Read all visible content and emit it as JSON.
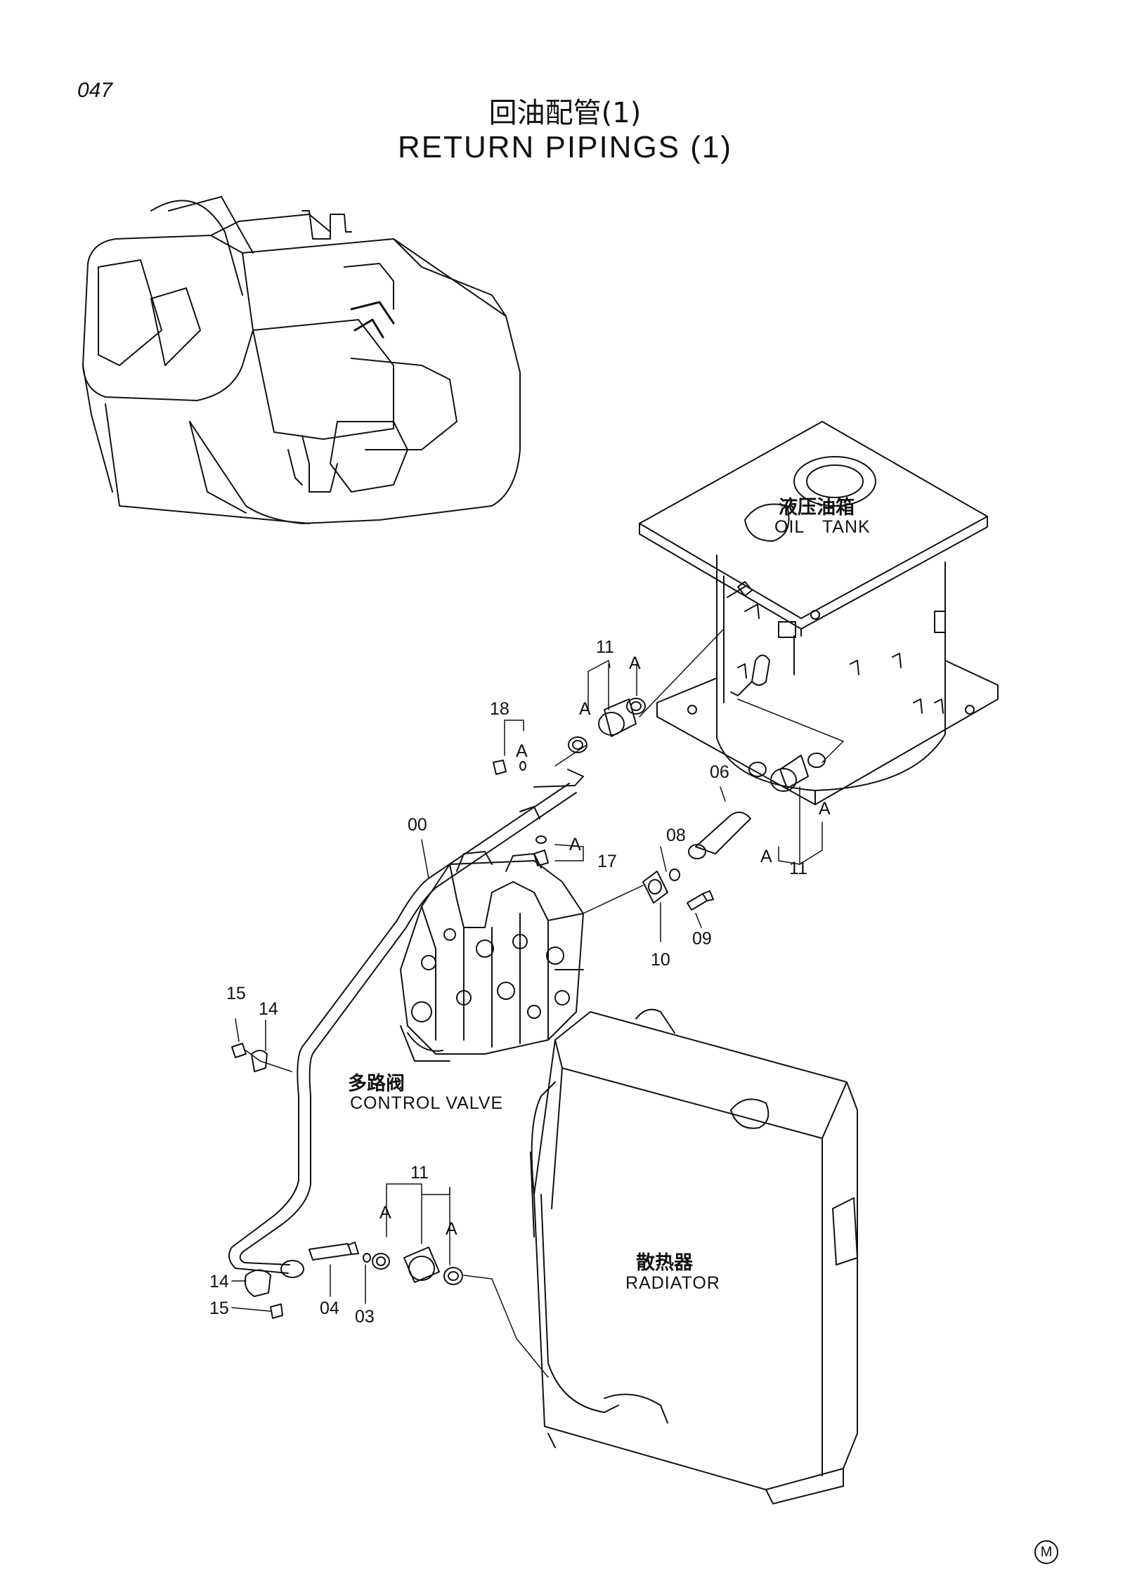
{
  "page_number": "047",
  "title_cn": "回油配管(1)",
  "title_en": "RETURN PIPINGS (1)",
  "components": {
    "oil_tank": {
      "cn": "液压油箱",
      "en": "OIL TANK"
    },
    "control_valve": {
      "cn": "多路阀",
      "en": "CONTROL VALVE"
    },
    "radiator": {
      "cn": "散热器",
      "en": "RADIATOR"
    }
  },
  "callouts": {
    "c00": "00",
    "c03": "03",
    "c04": "04",
    "c06": "06",
    "c08": "08",
    "c09": "09",
    "c10": "10",
    "c11": "11",
    "c14": "14",
    "c15": "15",
    "c17": "17",
    "c18": "18",
    "cA": "A"
  },
  "mark": "M"
}
